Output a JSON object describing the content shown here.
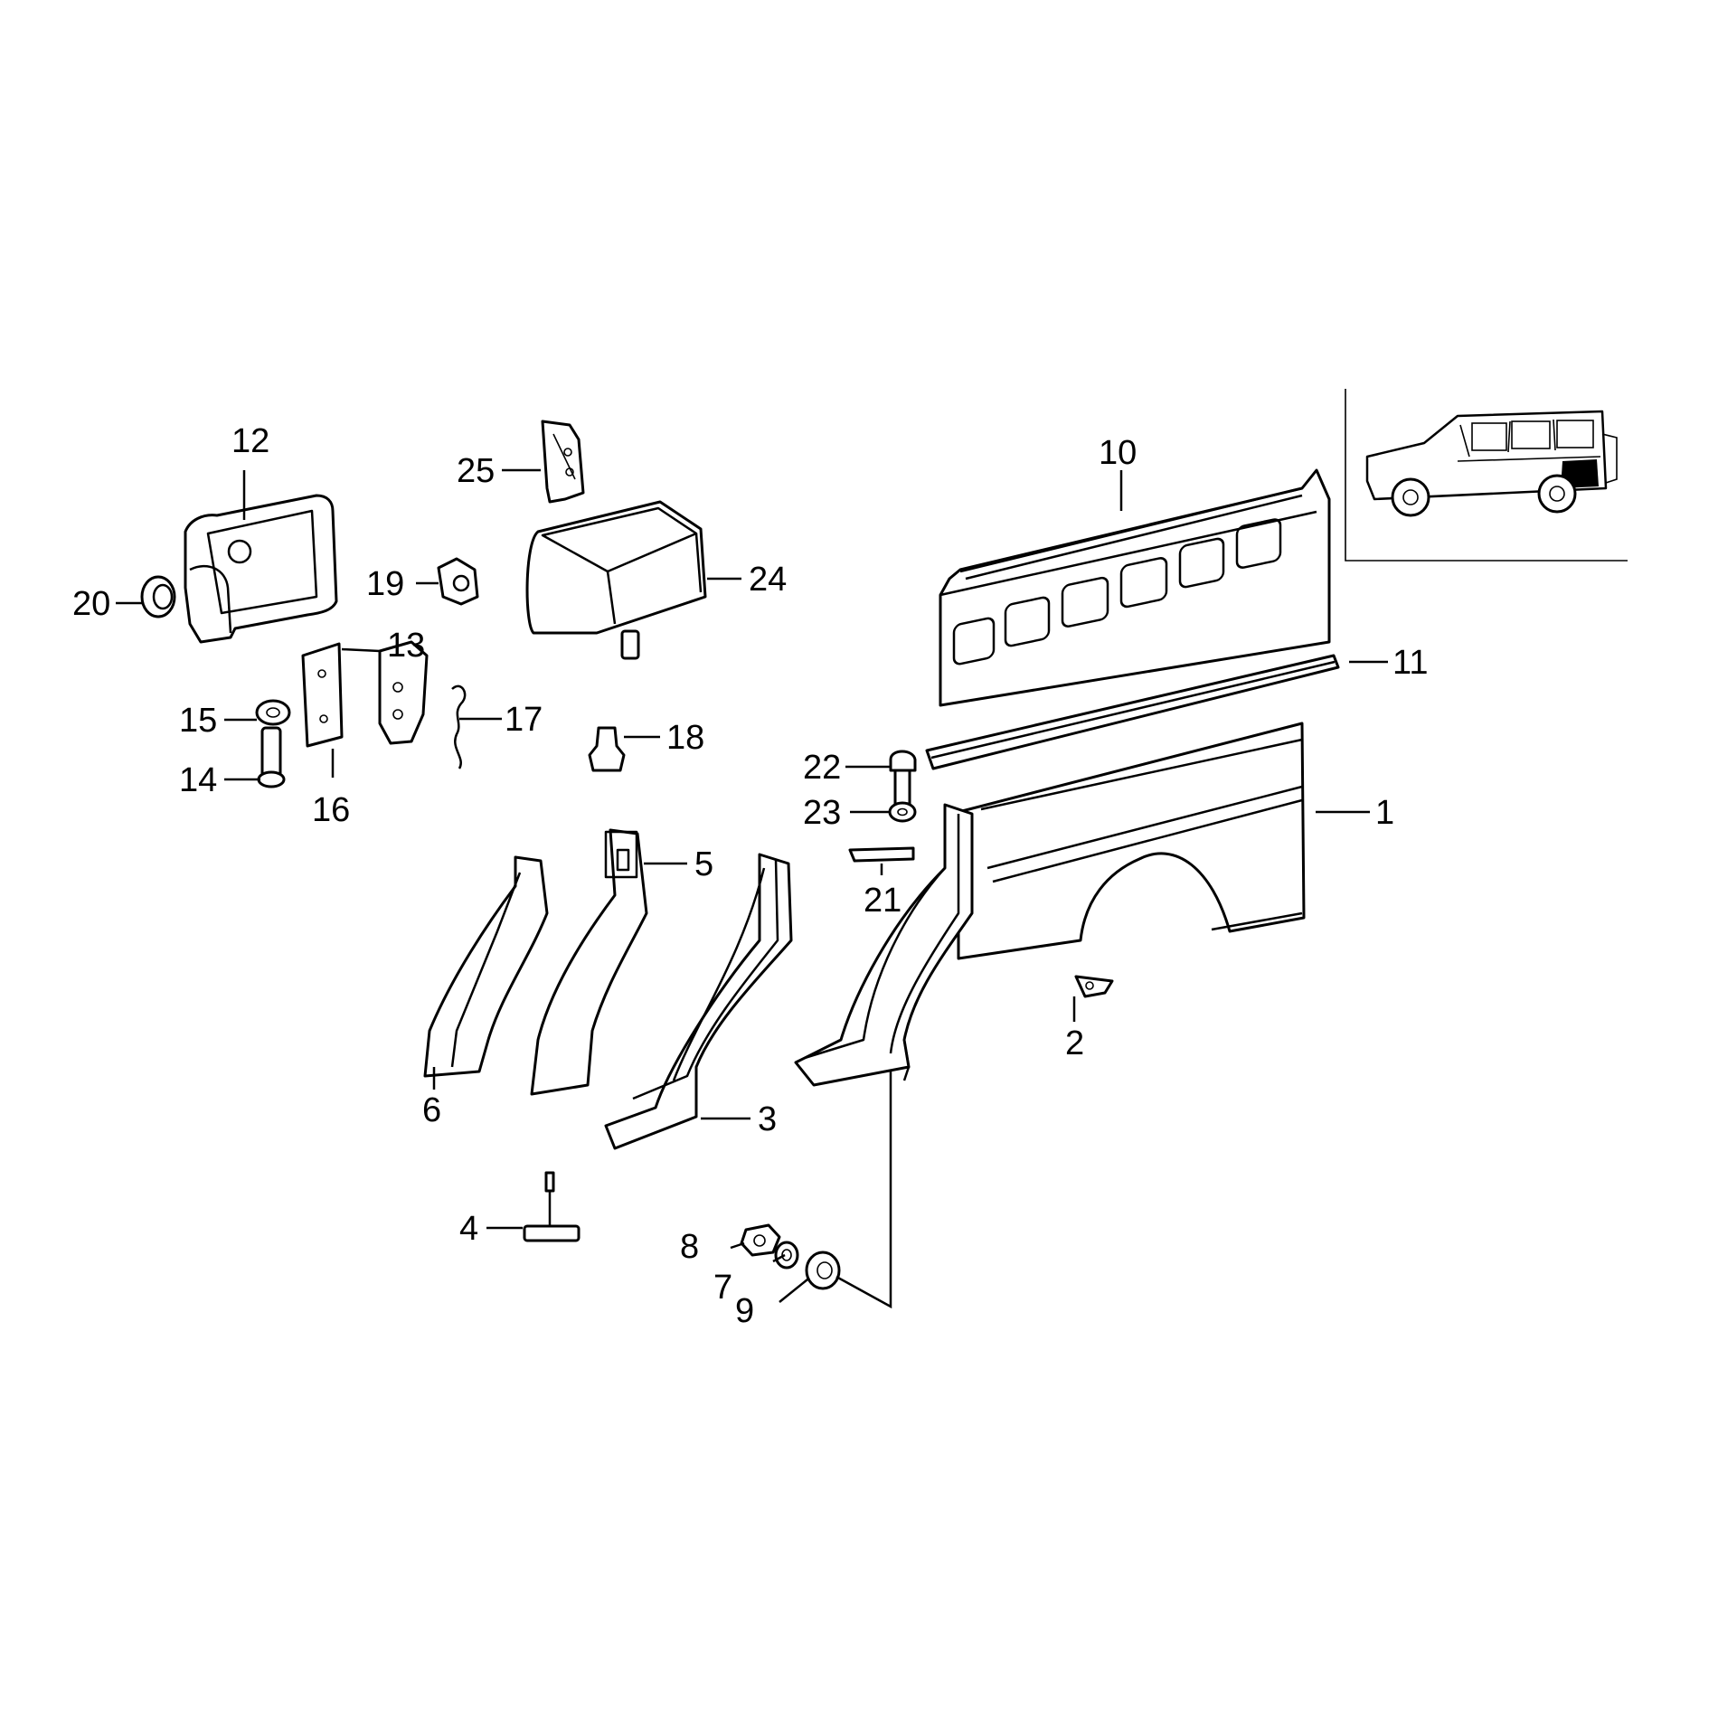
{
  "callouts": {
    "c1": "1",
    "c2": "2",
    "c3": "3",
    "c4": "4",
    "c5": "5",
    "c6": "6",
    "c7": "7",
    "c8": "8",
    "c9": "9",
    "c10": "10",
    "c11": "11",
    "c12": "12",
    "c13": "13",
    "c14": "14",
    "c15": "15",
    "c16": "16",
    "c17": "17",
    "c18": "18",
    "c19": "19",
    "c20": "20",
    "c21": "21",
    "c22": "22",
    "c23": "23",
    "c24": "24",
    "c25": "25"
  },
  "colors": {
    "line": "#000000",
    "background": "#ffffff",
    "inset_highlight": "#000000"
  },
  "icons": {
    "locator_inset": "vehicle-locator-icon"
  }
}
